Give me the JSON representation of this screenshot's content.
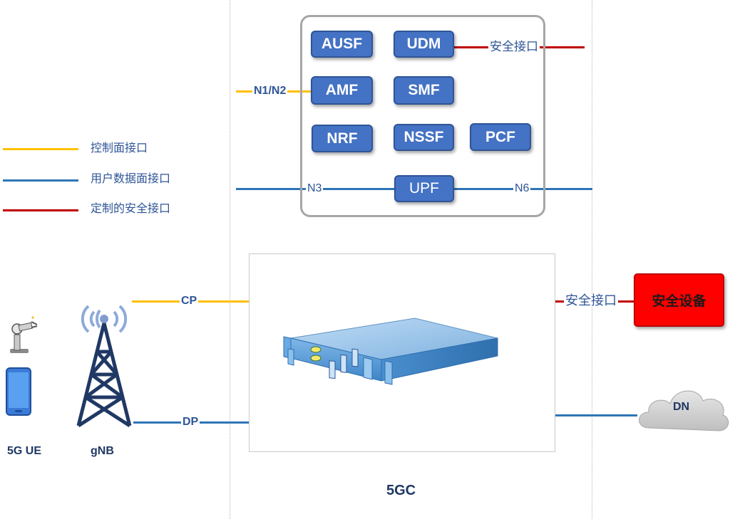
{
  "legend": {
    "control_plane": "控制面接口",
    "user_plane": "用户数据面接口",
    "custom_security": "定制的安全接口"
  },
  "core_functions": {
    "ausf": "AUSF",
    "udm": "UDM",
    "amf": "AMF",
    "smf": "SMF",
    "nrf": "NRF",
    "nssf": "NSSF",
    "pcf": "PCF",
    "upf": "UPF"
  },
  "interfaces": {
    "udm_security": "安全接口",
    "n1n2": "N1/N2",
    "n3": "N3",
    "n6": "N6",
    "cp": "CP",
    "dp": "DP",
    "device_security": "安全接口"
  },
  "nodes": {
    "ue": "5G UE",
    "gnb": "gNB",
    "core": "5GC",
    "security_device": "安全设备",
    "dn": "DN"
  },
  "colors": {
    "control": "#ffc000",
    "user": "#2e75b6",
    "security": "#c00000",
    "nf_fill": "#4472c4"
  }
}
